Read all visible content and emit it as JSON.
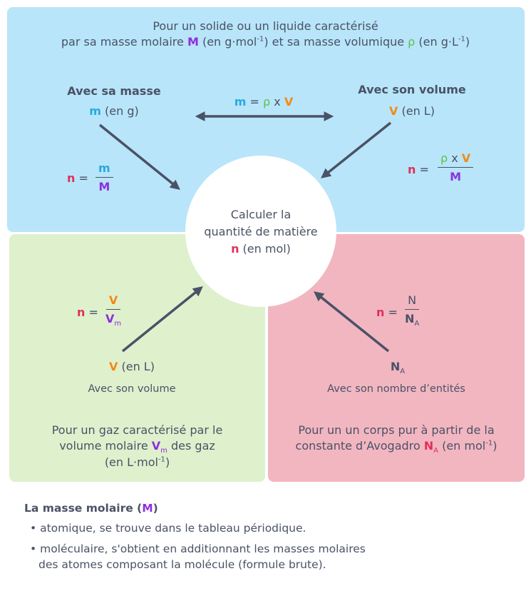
{
  "top": {
    "line1": "Pour un solide ou un liquide caractérisé",
    "line2_a": "par sa masse molaire ",
    "M": "M",
    "line2_b": " (en g·mol",
    "exp_neg1": "-1",
    "line2_c": ") et sa masse volumique ",
    "rho": "ρ",
    "line2_d": " (en g·L",
    "line2_e": ")",
    "mass_title": "Avec sa masse",
    "m": "m",
    "mass_unit": " (en g)",
    "volume_title": "Avec son volume",
    "V": "V",
    "volume_unit": " (en L)",
    "rel_eq": " = ",
    "rel_x": " x ",
    "n": "n",
    "eq": " = "
  },
  "center": {
    "line1": "Calculer la",
    "line2": "quantité de matière",
    "n": "n",
    "unit": " (en mol)"
  },
  "left": {
    "V": "V",
    "Vm_V": "V",
    "Vm_sub": "m",
    "n": "n",
    "eq": " = ",
    "unit": " (en L)",
    "caption": "Avec son volume",
    "desc1": "Pour un gaz caractérisé par le",
    "desc2_a": "volume molaire ",
    "desc2_b": " des gaz",
    "desc3_a": "(en L·mol",
    "exp_neg1": "-1",
    "desc3_b": ")"
  },
  "right": {
    "N": "N",
    "NA_N": "N",
    "NA_sub": "A",
    "n": "n",
    "eq": " = ",
    "caption": "Avec son nombre d’entités",
    "desc1": "Pour un un corps pur à partir de la",
    "desc2_a": "constante d’Avogadro ",
    "desc2_b": " (en mol",
    "exp_neg1": "-1",
    "desc2_c": ")"
  },
  "note": {
    "title_a": "La masse molaire (",
    "M": "M",
    "title_b": ")",
    "bullet": "•",
    "item1": "atomique, se trouve dans le tableau périodique.",
    "item2_line1": "moléculaire, s'obtient en additionnant les masses molaires",
    "item2_line2": "des atomes composant la molécule (formule brute)."
  },
  "colors": {
    "top_bg": "#b8e5f9",
    "left_bg": "#dff0cd",
    "right_bg": "#f2b6c1",
    "text": "#4a5266",
    "mass": "#29a9e0",
    "molar_mass": "#8e2fe0",
    "density": "#5fc04e",
    "volume": "#f28a14",
    "amount": "#e0305a",
    "arrow": "#4a5266"
  }
}
